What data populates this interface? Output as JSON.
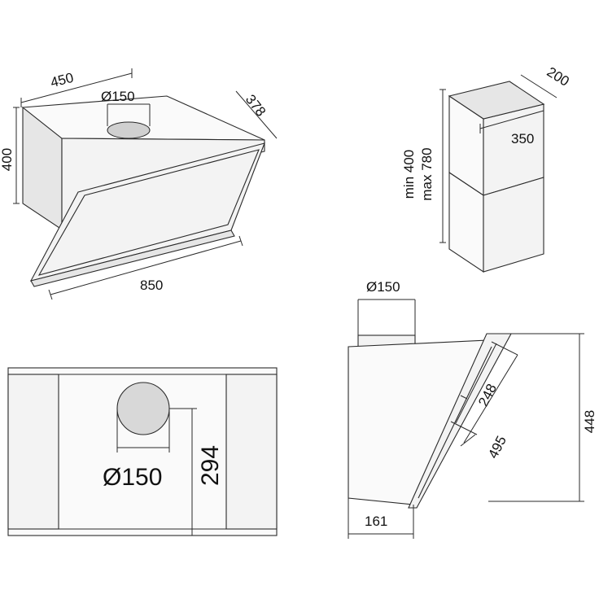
{
  "view_iso": {
    "width_top": "450",
    "diameter": "Ø150",
    "depth": "378",
    "height": "400",
    "width_bottom": "850"
  },
  "view_chimney": {
    "depth": "200",
    "width": "350",
    "height_min": "min 400",
    "height_max": "max 780"
  },
  "view_top": {
    "diameter": "Ø150",
    "offset": "294"
  },
  "view_side": {
    "diameter": "Ø150",
    "panel_short": "248",
    "panel_long": "495",
    "height": "448",
    "depth": "161"
  }
}
